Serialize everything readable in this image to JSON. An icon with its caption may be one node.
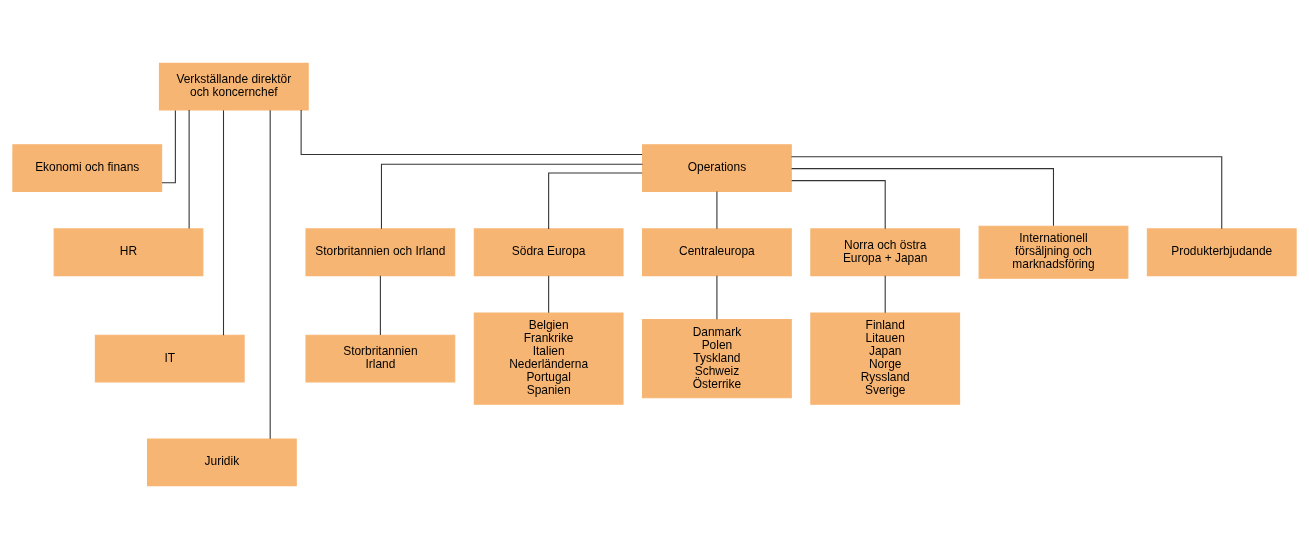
{
  "diagram": {
    "nodes": [
      {
        "text": [
          "Verkställande direktör och koncernchef"
        ]
      },
      {
        "text": [
          "Ekonomi och finans"
        ]
      },
      {
        "text": [
          "HR"
        ]
      },
      {
        "text": [
          "IT"
        ]
      },
      {
        "text": [
          "Juridik"
        ]
      },
      {
        "text": [
          "Operations"
        ]
      },
      {
        "text": [
          "Storbritannien och Irland"
        ]
      },
      {
        "text": [
          "Södra Europa"
        ]
      },
      {
        "text": [
          "Centraleuropa"
        ]
      },
      {
        "text": [
          "Norra och östra Europa + Japan"
        ]
      },
      {
        "text": [
          "Internationell försäljning och marknadsföring"
        ]
      },
      {
        "text": [
          "Produkterbjudande"
        ]
      },
      {
        "text": [
          "Storbritannien",
          "Irland"
        ]
      },
      {
        "text": [
          "Belgien",
          "Frankrike",
          "Italien",
          "Nederländerna",
          "Portugal",
          "Spanien"
        ]
      },
      {
        "text": [
          "Danmark",
          "Polen",
          "Tyskland",
          "Schweiz",
          "Österrike"
        ]
      },
      {
        "text": [
          "Finland",
          "Litauen",
          "Japan",
          "Norge",
          "Ryssland",
          "Sverige"
        ]
      }
    ],
    "edges": [
      {
        "from": 0,
        "to": 1,
        "arrow": "none"
      },
      {
        "from": 0,
        "to": 2,
        "arrow": "none"
      },
      {
        "from": 0,
        "to": 3,
        "arrow": "none"
      },
      {
        "from": 0,
        "to": 4,
        "arrow": "none"
      },
      {
        "from": 0,
        "to": 5,
        "arrow": "none"
      },
      {
        "from": 5,
        "to": 6,
        "arrow": "none"
      },
      {
        "from": 5,
        "to": 7,
        "arrow": "none"
      },
      {
        "from": 5,
        "to": 8,
        "arrow": "none"
      },
      {
        "from": 5,
        "to": 9,
        "arrow": "none"
      },
      {
        "from": 5,
        "to": 10,
        "arrow": "none"
      },
      {
        "from": 5,
        "to": 11,
        "arrow": "none"
      },
      {
        "from": 6,
        "to": 12,
        "arrow": "none"
      },
      {
        "from": 7,
        "to": 13,
        "arrow": "none"
      },
      {
        "from": 8,
        "to": 14,
        "arrow": "none"
      },
      {
        "from": 9,
        "to": 15,
        "arrow": "none"
      }
    ]
  }
}
